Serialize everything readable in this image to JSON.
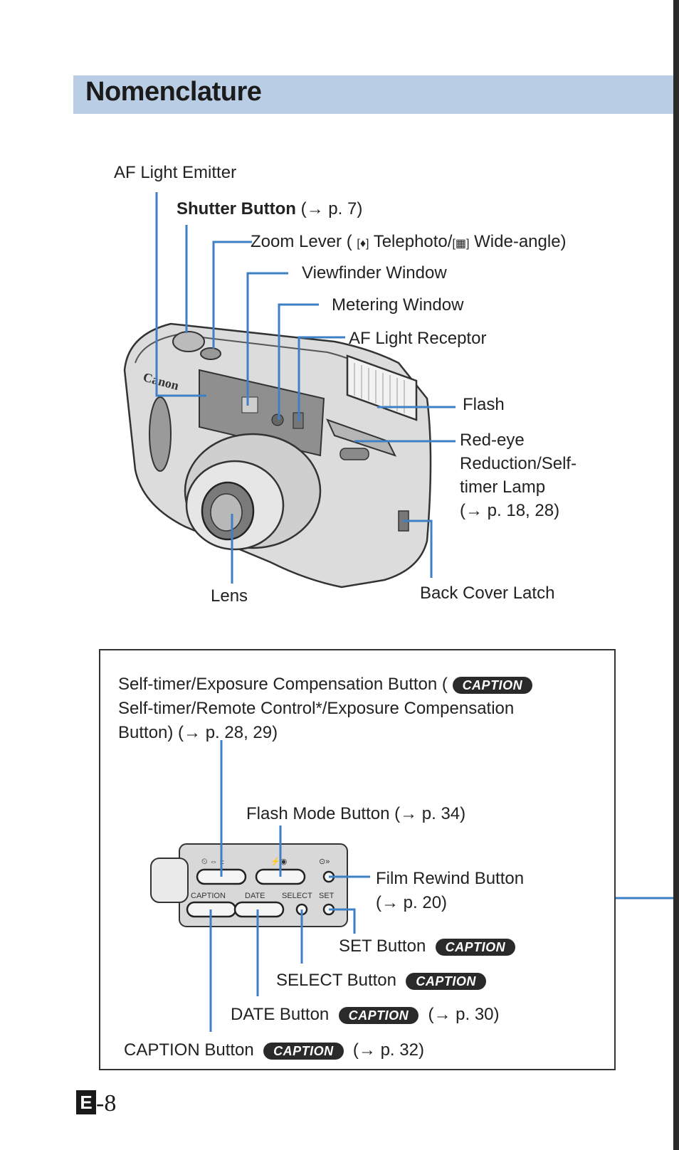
{
  "header": {
    "title": "Nomenclature"
  },
  "camera_labels": {
    "af_light_emitter": "AF Light Emitter",
    "shutter_button": "Shutter Button",
    "shutter_ref": "(→ p. 7)",
    "zoom_lever": "Zoom Lever (",
    "zoom_tele": "Telephoto/",
    "zoom_wide": "Wide-angle)",
    "viewfinder_window": "Viewfinder Window",
    "metering_window": "Metering Window",
    "af_light_receptor": "AF Light Receptor",
    "flash": "Flash",
    "redeye_line1": "Red-eye",
    "redeye_line2": "Reduction/Self-",
    "redeye_line3": "timer Lamp",
    "redeye_ref": "(→ p. 18, 28)",
    "lens": "Lens",
    "back_cover_latch": "Back Cover Latch",
    "brand": "Canon"
  },
  "panel": {
    "selftimer_line1": "Self-timer/Exposure Compensation Button (",
    "selftimer_line2": "Self-timer/Remote Control*/Exposure Compensation",
    "selftimer_line3": "Button) (→ p. 28, 29)",
    "flash_mode": "Flash Mode Button (→ p. 34)",
    "film_rewind": "Film Rewind Button",
    "film_rewind_ref": "(→ p. 20)",
    "set_button": "SET Button",
    "select_button": "SELECT Button",
    "date_button": "DATE Button",
    "date_ref": "(→ p. 30)",
    "caption_button": "CAPTION Button",
    "caption_ref": "(→ p. 32)",
    "badge": "CAPTION",
    "key_labels": [
      "CAPTION",
      "DATE",
      "SELECT",
      "SET"
    ]
  },
  "footer": {
    "section_letter": "E",
    "page_number": "-8"
  },
  "colors": {
    "header_band": "#b9cde4",
    "leader_line": "#3f7fc6"
  }
}
